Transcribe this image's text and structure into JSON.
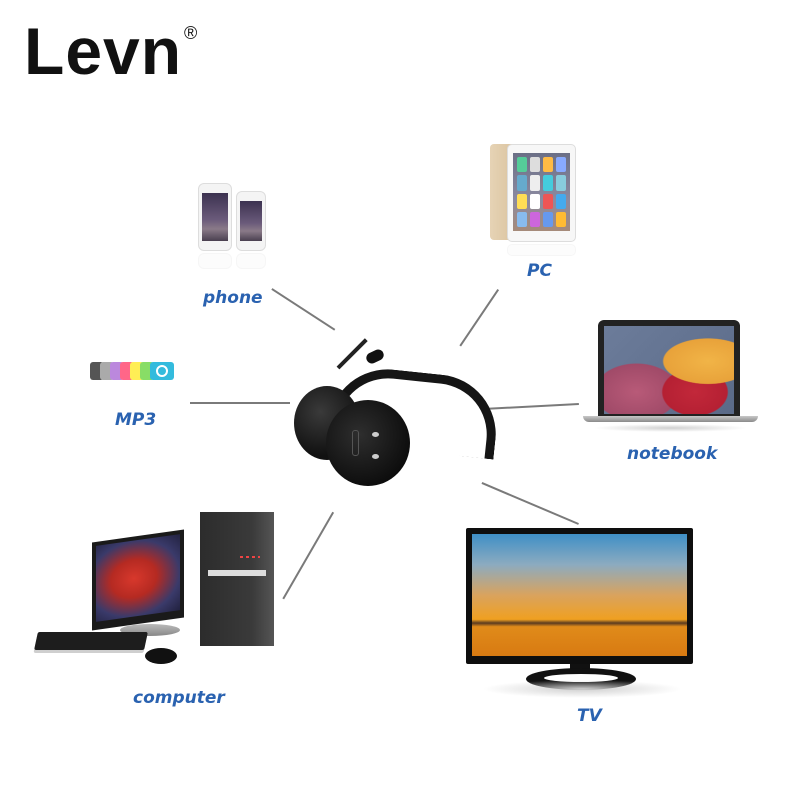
{
  "brand": {
    "name": "Levn",
    "registered_mark": "®"
  },
  "center_device": {
    "name": "headset",
    "description": "black over-ear headset with boom microphone"
  },
  "devices": [
    {
      "id": "phone",
      "label": "phone"
    },
    {
      "id": "pc",
      "label": "PC"
    },
    {
      "id": "mp3",
      "label": "MP3"
    },
    {
      "id": "notebook",
      "label": "notebook"
    },
    {
      "id": "computer",
      "label": "computer"
    },
    {
      "id": "tv",
      "label": "TV"
    }
  ],
  "colors": {
    "label": "#2a62b0",
    "connector_line": "#7a7a7a",
    "logo": "#111111"
  }
}
